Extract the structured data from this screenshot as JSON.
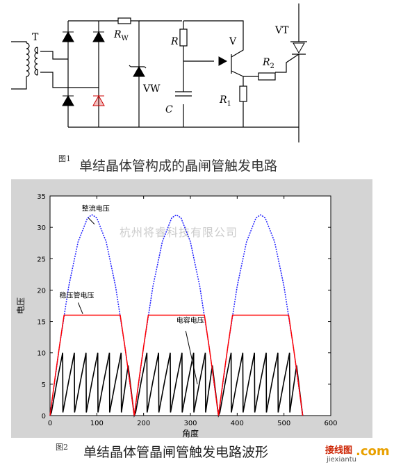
{
  "circuit": {
    "labels": {
      "transformer": "T",
      "rw": "R",
      "rw_sub": "W",
      "r": "R",
      "v": "V",
      "vt": "VT",
      "r2": "R",
      "r2_sub": "2",
      "vw": "VW",
      "c": "C",
      "r1": "R",
      "r1_sub": "1"
    }
  },
  "caption1": {
    "fig": "图1",
    "text": "单结晶体管构成的晶闸管触发电路"
  },
  "caption2": {
    "fig": "图2",
    "text": "单结晶体管晶闸管触发电路波形"
  },
  "watermark": "杭州将睿科技有限公司",
  "logo": {
    "line1": "接线图",
    "line2": ".com",
    "line3": "jiexiantu"
  },
  "colors": {
    "rectified": "#1a1aff",
    "zener": "#ff0000",
    "capacitor": "#000000",
    "plot_bg": "#ffffff",
    "frame_bg": "#d4d4d4"
  },
  "chart_data": {
    "type": "line",
    "xlabel": "角度",
    "ylabel": "电压",
    "xlim": [
      0,
      600
    ],
    "ylim": [
      0,
      35
    ],
    "xticks": [
      "0",
      "100",
      "200",
      "300",
      "400",
      "500",
      "600"
    ],
    "yticks": [
      "0",
      "5",
      "10",
      "15",
      "20",
      "25",
      "30",
      "35"
    ],
    "annotations": [
      "整流电压",
      "稳压管电压",
      "电容电压"
    ],
    "series": [
      {
        "name": "整流电压",
        "color": "#1a1aff",
        "x": [
          0,
          20,
          40,
          60,
          80,
          90,
          100,
          120,
          140,
          160,
          180,
          200,
          220,
          240,
          260,
          270,
          280,
          300,
          320,
          340,
          360,
          380,
          400,
          420,
          440,
          450,
          460,
          480,
          500,
          520,
          540
        ],
        "y": [
          0,
          11,
          20.6,
          27.7,
          31.5,
          32,
          31.5,
          27.7,
          20.6,
          11,
          0,
          11,
          20.6,
          27.7,
          31.5,
          32,
          31.5,
          27.7,
          20.6,
          11,
          0,
          11,
          20.6,
          27.7,
          31.5,
          32,
          31.5,
          27.7,
          20.6,
          11,
          0
        ]
      },
      {
        "name": "稳压管电压",
        "color": "#ff0000",
        "x": [
          0,
          10,
          20,
          30,
          150,
          160,
          170,
          180,
          190,
          200,
          210,
          330,
          340,
          350,
          360,
          370,
          380,
          390,
          510,
          520,
          530,
          540
        ],
        "y": [
          0,
          5.6,
          11,
          16,
          16,
          11,
          5.6,
          0,
          5.6,
          11,
          16,
          16,
          11,
          5.6,
          0,
          5.6,
          11,
          16,
          16,
          11,
          5.6,
          0
        ]
      },
      {
        "name": "电容电压",
        "color": "#000000",
        "x": [
          0,
          3,
          15,
          27,
          27.5,
          40,
          52,
          52.5,
          65,
          77,
          77.5,
          90,
          102,
          102.5,
          115,
          127,
          127.5,
          140,
          152,
          152.5,
          167,
          180,
          183,
          195,
          207,
          207.5,
          220,
          232,
          232.5,
          245,
          257,
          257.5,
          270,
          282,
          282.5,
          295,
          307,
          307.5,
          320,
          332,
          332.5,
          347,
          360,
          363,
          375,
          387,
          387.5,
          400,
          412,
          412.5,
          425,
          437,
          437.5,
          450,
          462,
          462.5,
          475,
          487,
          487.5,
          500,
          512,
          512.5,
          527,
          540
        ],
        "y": [
          0,
          0.5,
          5.5,
          10,
          0.5,
          5.5,
          10,
          0.5,
          5.5,
          10,
          0.5,
          5.5,
          10,
          0.5,
          5.5,
          10,
          0.5,
          5.5,
          10,
          0.5,
          8,
          0,
          0.5,
          5.5,
          10,
          0.5,
          5.5,
          10,
          0.5,
          5.5,
          10,
          0.5,
          5.5,
          10,
          0.5,
          5.5,
          10,
          0.5,
          5.5,
          10,
          0.5,
          8,
          0,
          0.5,
          5.5,
          10,
          0.5,
          5.5,
          10,
          0.5,
          5.5,
          10,
          0.5,
          5.5,
          10,
          0.5,
          5.5,
          10,
          0.5,
          5.5,
          10,
          0.5,
          8,
          0
        ]
      }
    ]
  }
}
